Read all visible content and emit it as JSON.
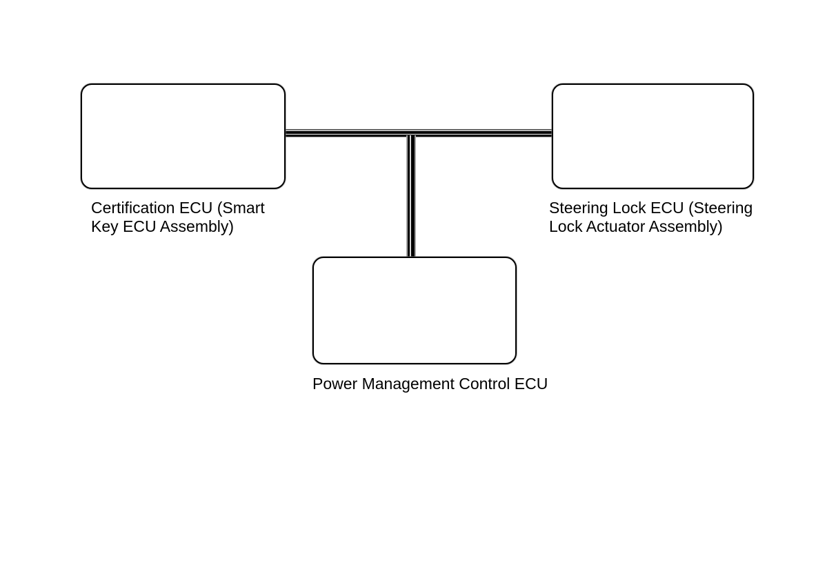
{
  "page": {
    "background_color": "#ffffff",
    "line_color": "#000000",
    "text_color": "#000000"
  },
  "diagram": {
    "type": "ecu-communication-bus-diagram",
    "nodes": [
      {
        "id": "certification-ecu",
        "label": "Certification ECU (Smart\nKey ECU Assembly)"
      },
      {
        "id": "steering-lock-ecu",
        "label": "Steering Lock ECU (Steering\nLock Actuator Assembly)"
      },
      {
        "id": "power-management-control-ecu",
        "label": "Power Management Control ECU"
      }
    ],
    "connectors": [
      {
        "id": "bus-horizontal",
        "style": "double-line",
        "from": "certification-ecu",
        "to": "steering-lock-ecu"
      },
      {
        "id": "bus-vertical",
        "style": "double-line",
        "from": "bus-horizontal",
        "to": "power-management-control-ecu"
      }
    ]
  }
}
